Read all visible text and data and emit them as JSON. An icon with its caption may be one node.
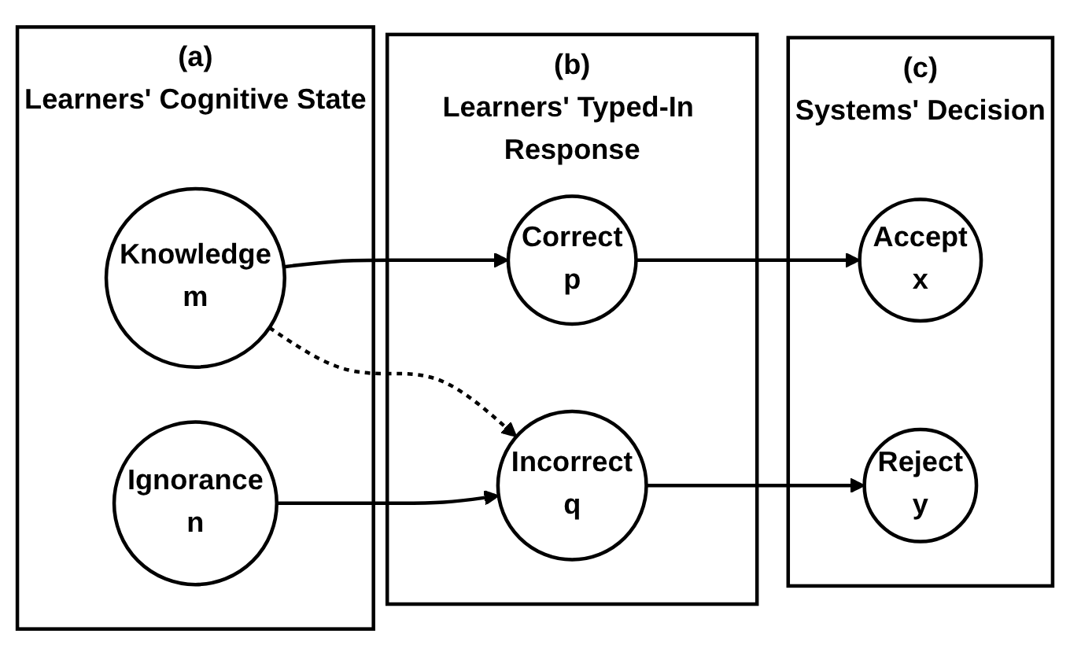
{
  "diagram": {
    "nodes": [
      {
        "text": [
          "(a)",
          "Learners' Cognitive State"
        ]
      },
      {
        "text": [
          "Knowledge",
          "m"
        ],
        "in": 0
      },
      {
        "text": [
          "Ignorance",
          "n"
        ],
        "in": 0
      },
      {
        "text": [
          "(b)",
          "Learners' Typed-In Response"
        ]
      },
      {
        "text": [
          "Correct",
          "p"
        ],
        "in": 3
      },
      {
        "text": [
          "Incorrect",
          "q"
        ],
        "in": 3
      },
      {
        "text": [
          "(c)",
          "Systems' Decision"
        ]
      },
      {
        "text": [
          "Accept",
          "x"
        ],
        "in": 6
      },
      {
        "text": [
          "Reject",
          "y"
        ],
        "in": 6
      }
    ],
    "edges": [
      {
        "from": 1,
        "to": 4,
        "arrow": "to"
      },
      {
        "from": 4,
        "to": 7,
        "arrow": "to"
      },
      {
        "from": 1,
        "to": 5,
        "arrow": "to",
        "style": "dashed"
      },
      {
        "from": 2,
        "to": 5,
        "arrow": "to"
      },
      {
        "from": 5,
        "to": 8,
        "arrow": "to"
      }
    ]
  }
}
